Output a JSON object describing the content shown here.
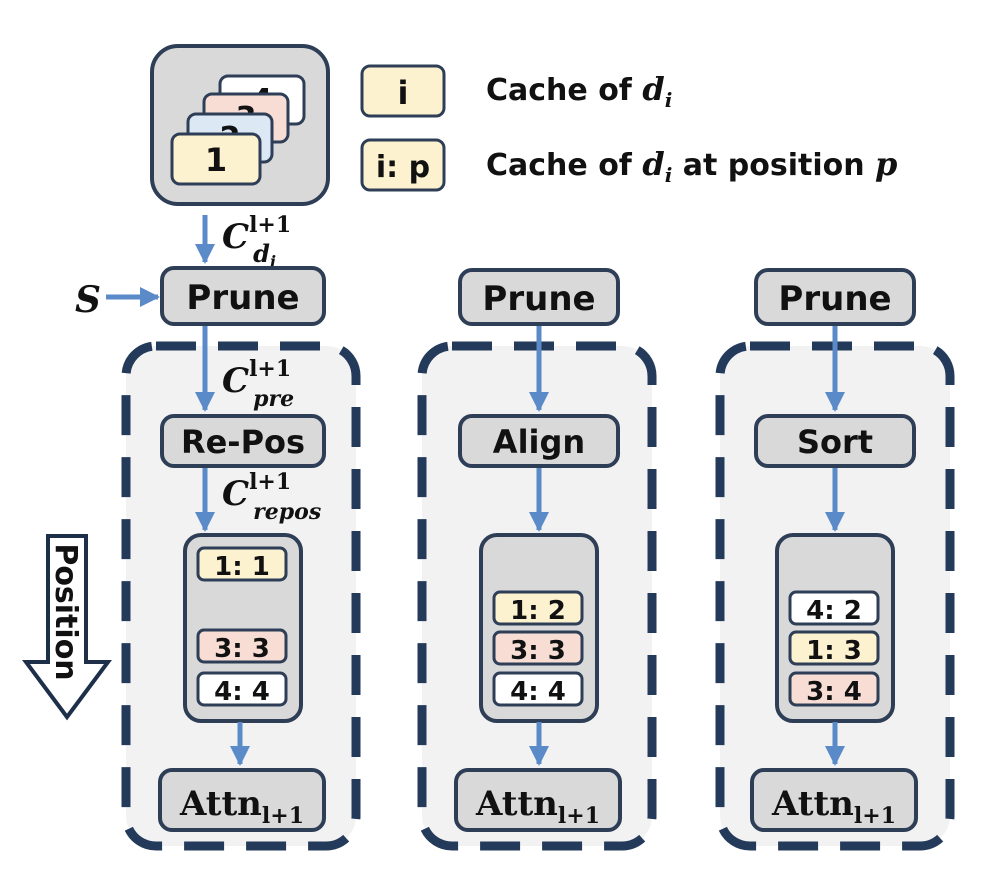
{
  "legend": {
    "cache_token": "i",
    "cache_label": "Cache of ",
    "cache_var": "d",
    "cache_sub": "i",
    "pos_token": "i: p",
    "pos_label": "Cache of ",
    "pos_var": "d",
    "pos_sub": "i",
    "pos_tail": " at position ",
    "pos_p": "p"
  },
  "doc_stack": {
    "card_1": "1",
    "card_2": "2",
    "card_3": "3",
    "card_4": "4"
  },
  "labels": {
    "c_main": "C",
    "c_di_sup": "l+1",
    "c_di_sub_d": "d",
    "c_di_sub_i": "i",
    "c_pre_sup": "l+1",
    "c_pre_sub": "pre",
    "c_repos_sup": "l+1",
    "c_repos_sub": "repos",
    "s_input": "S",
    "position_axis": "Position"
  },
  "columns": [
    {
      "prune": "Prune",
      "step": "Re-Pos",
      "attn_main": "Attn",
      "attn_sub": "l+1",
      "items": [
        {
          "text": "1: 1",
          "color": "#fdf2cf"
        },
        {
          "text": "3: 3",
          "color": "#f7ddd4"
        },
        {
          "text": "4: 4",
          "color": "#ffffff"
        }
      ]
    },
    {
      "prune": "Prune",
      "step": "Align",
      "attn_main": "Attn",
      "attn_sub": "l+1",
      "items": [
        {
          "text": "1: 2",
          "color": "#fdf2cf"
        },
        {
          "text": "3: 3",
          "color": "#f7ddd4"
        },
        {
          "text": "4: 4",
          "color": "#ffffff"
        }
      ]
    },
    {
      "prune": "Prune",
      "step": "Sort",
      "attn_main": "Attn",
      "attn_sub": "l+1",
      "items": [
        {
          "text": "4: 2",
          "color": "#ffffff"
        },
        {
          "text": "1: 3",
          "color": "#fdf2cf"
        },
        {
          "text": "3: 4",
          "color": "#f7ddd4"
        }
      ]
    }
  ],
  "colors": {
    "arrow": "#5b8ac9",
    "border": "#2d3e56",
    "box_fill": "#d9d9d9",
    "cache_1": "#fdf2cf",
    "cache_2": "#dde8f5",
    "cache_3": "#f7ddd4",
    "cache_4": "#ffffff"
  }
}
